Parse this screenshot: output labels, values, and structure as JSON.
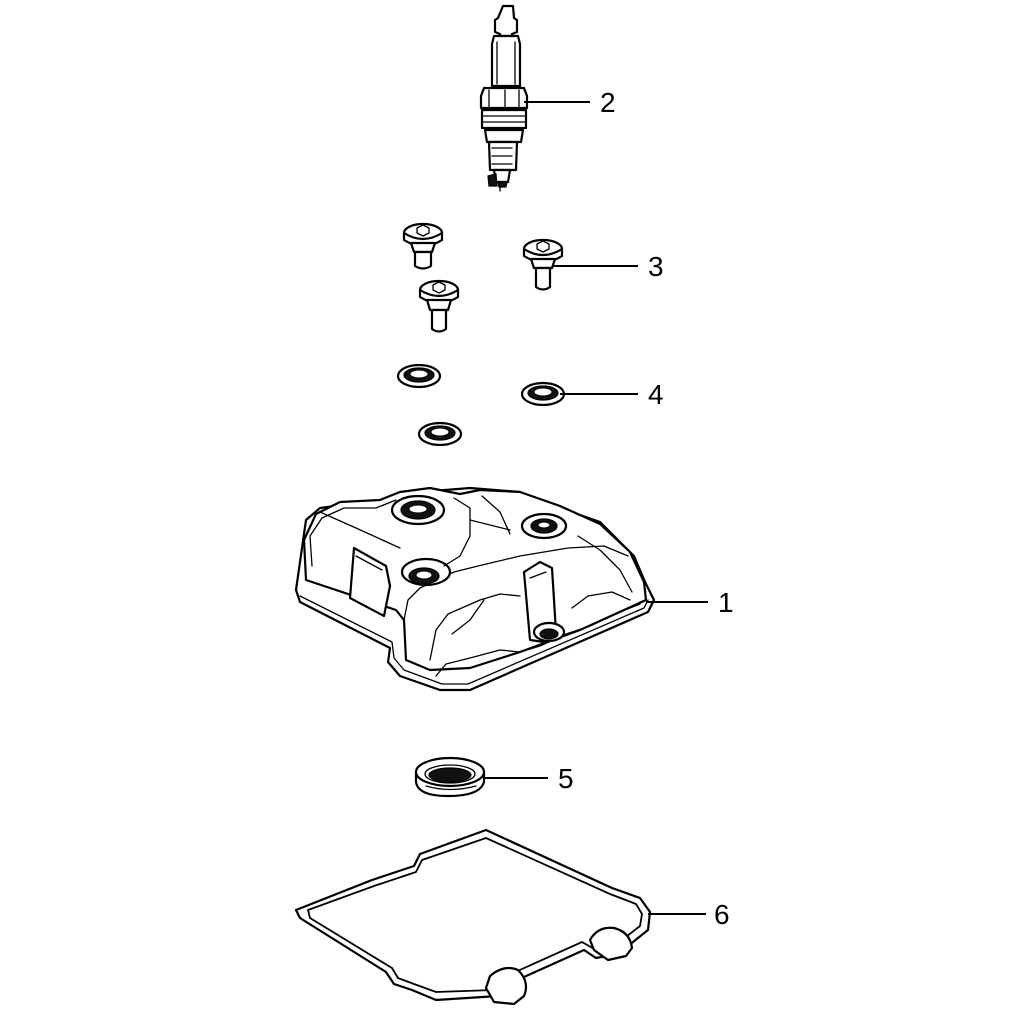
{
  "callouts": {
    "cylinder_head_cover": "1",
    "spark_plug": "2",
    "bolts": "3",
    "washers": "4",
    "plug_seal": "5",
    "gasket": "6"
  },
  "colors": {
    "line": "#000000",
    "background": "#ffffff"
  }
}
